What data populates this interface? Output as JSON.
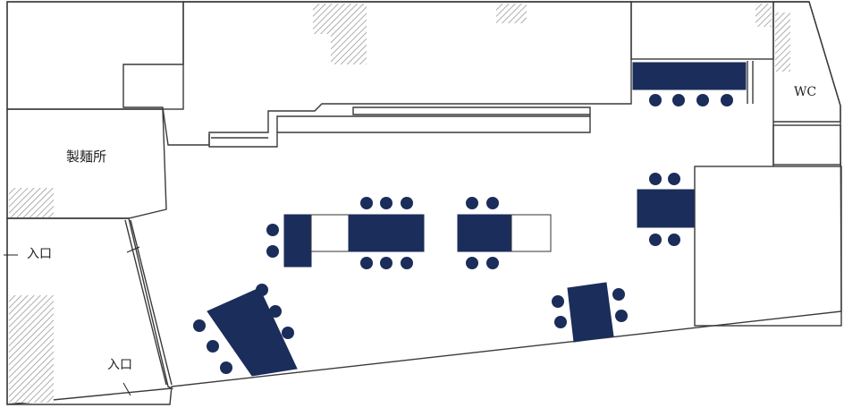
{
  "labels": {
    "seimen": "製麺所",
    "entrance_left": "入口",
    "entrance_bottom": "入口",
    "wc": "WC"
  },
  "colors": {
    "furniture": "#1b2d5a",
    "wall": "#3a3a3a",
    "hatch": "#9a9a9a"
  },
  "icons": {
    "entrance_marker": "arrow-line-icon",
    "door_marker": "door-swing-icon"
  }
}
